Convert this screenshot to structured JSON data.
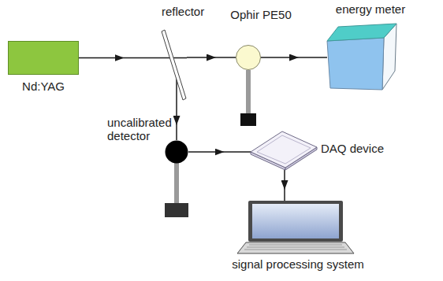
{
  "diagram": {
    "nodes": [
      {
        "text": [
          "Nd:YAG"
        ]
      },
      {
        "text": [
          "reflector"
        ]
      },
      {
        "text": [
          "Ophir PE50"
        ]
      },
      {
        "text": [
          "energy meter"
        ]
      },
      {
        "text": [
          "uncalibrated detector"
        ]
      },
      {
        "text": [
          "DAQ device"
        ]
      },
      {
        "text": [
          "signal processing system"
        ]
      }
    ],
    "edges": [
      {
        "from": 0,
        "to": 1,
        "arrow": "to"
      },
      {
        "from": 1,
        "to": 2,
        "arrow": "to"
      },
      {
        "from": 1,
        "to": 4,
        "arrow": "to"
      },
      {
        "from": 2,
        "to": 3,
        "arrow": "to"
      },
      {
        "from": 4,
        "to": 5,
        "arrow": "to"
      },
      {
        "from": 5,
        "to": 6,
        "arrow": "to"
      }
    ]
  }
}
